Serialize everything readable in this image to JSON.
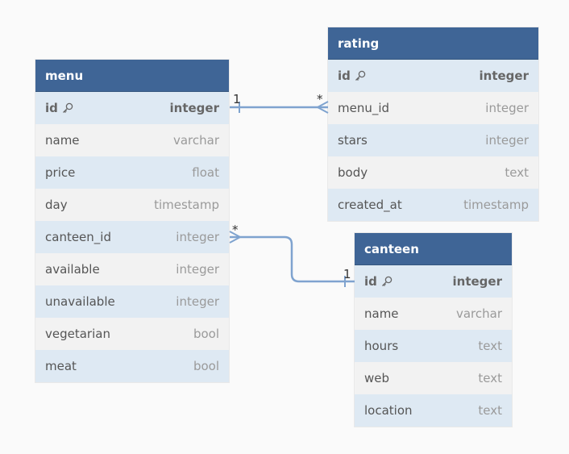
{
  "tables": {
    "menu": {
      "name": "menu",
      "fields": [
        {
          "name": "id",
          "type": "integer",
          "pk": true
        },
        {
          "name": "name",
          "type": "varchar"
        },
        {
          "name": "price",
          "type": "float"
        },
        {
          "name": "day",
          "type": "timestamp"
        },
        {
          "name": "canteen_id",
          "type": "integer"
        },
        {
          "name": "available",
          "type": "integer"
        },
        {
          "name": "unavailable",
          "type": "integer"
        },
        {
          "name": "vegetarian",
          "type": "bool"
        },
        {
          "name": "meat",
          "type": "bool"
        }
      ]
    },
    "rating": {
      "name": "rating",
      "fields": [
        {
          "name": "id",
          "type": "integer",
          "pk": true
        },
        {
          "name": "menu_id",
          "type": "integer"
        },
        {
          "name": "stars",
          "type": "integer"
        },
        {
          "name": "body",
          "type": "text"
        },
        {
          "name": "created_at",
          "type": "timestamp"
        }
      ]
    },
    "canteen": {
      "name": "canteen",
      "fields": [
        {
          "name": "id",
          "type": "integer",
          "pk": true
        },
        {
          "name": "name",
          "type": "varchar"
        },
        {
          "name": "hours",
          "type": "text"
        },
        {
          "name": "web",
          "type": "text"
        },
        {
          "name": "location",
          "type": "text"
        }
      ]
    }
  },
  "relationships": [
    {
      "from": "menu.id",
      "to": "rating.menu_id",
      "from_card": "1",
      "to_card": "*"
    },
    {
      "from": "menu.canteen_id",
      "to": "canteen.id",
      "from_card": "*",
      "to_card": "1"
    }
  ],
  "colors": {
    "header": "#3f6596",
    "edge": "#7fa3cf",
    "row_highlight": "#dee9f3",
    "row_default": "#f2f2f2"
  }
}
